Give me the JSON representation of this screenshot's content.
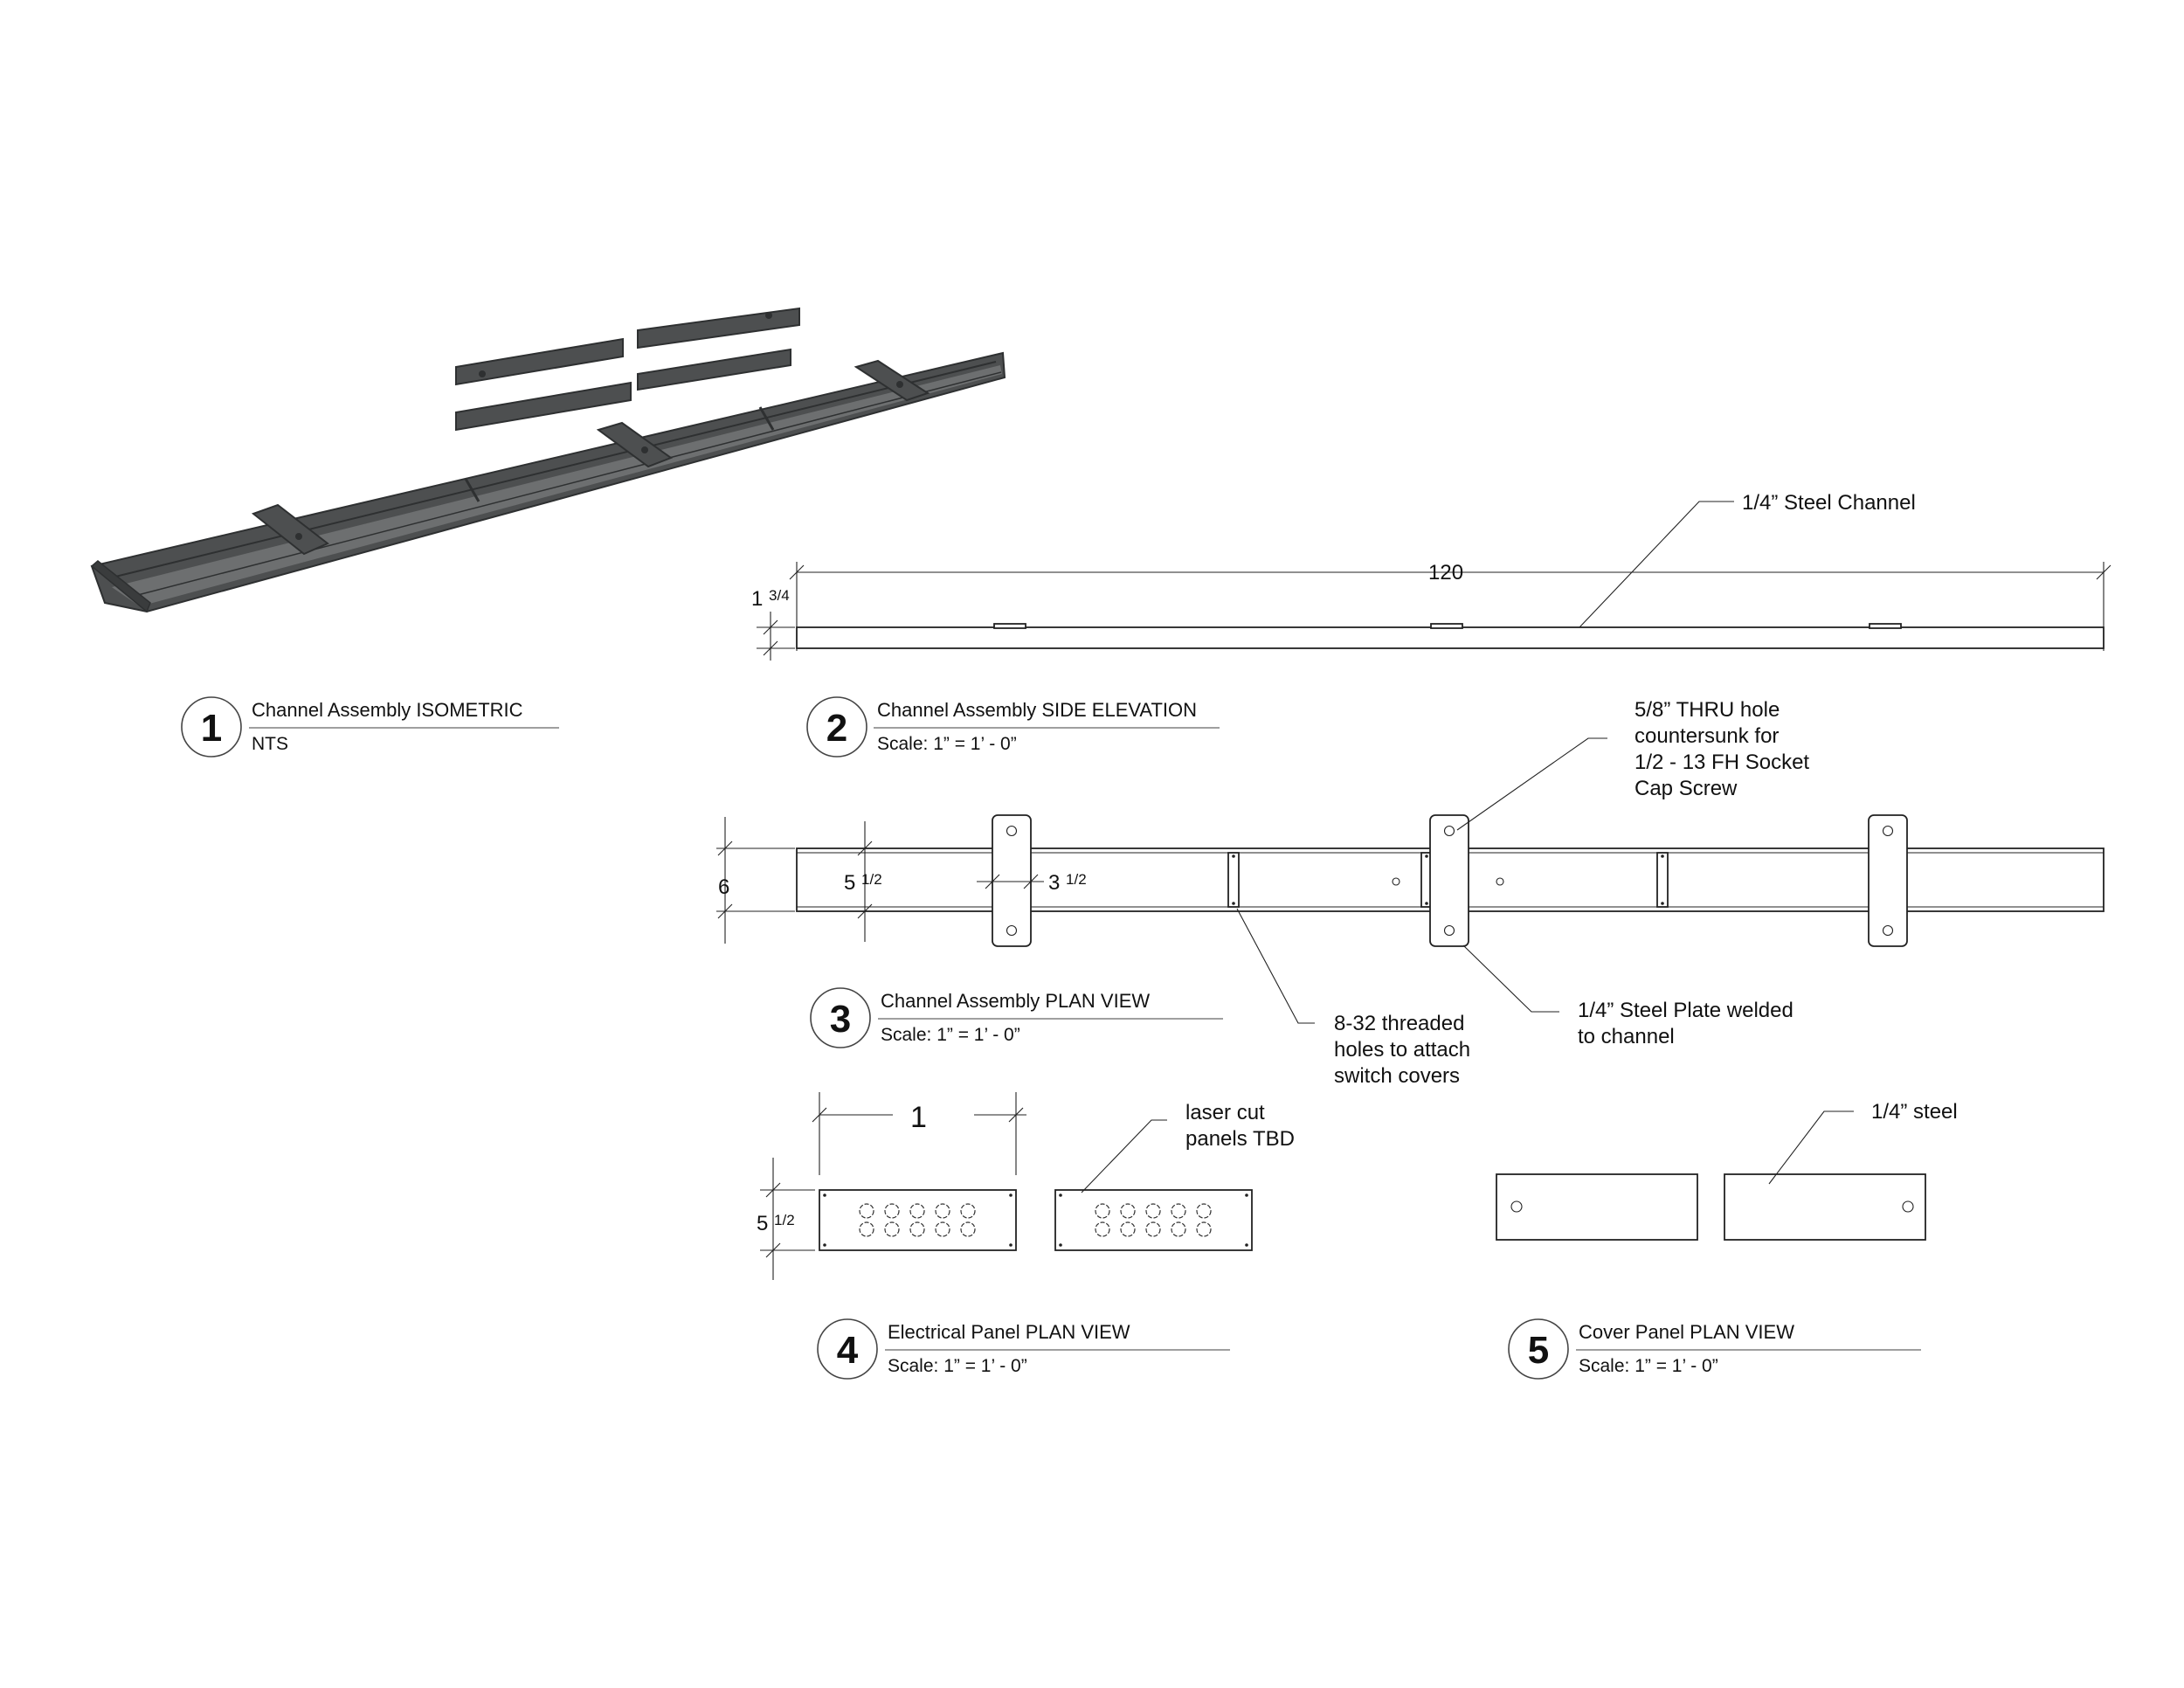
{
  "views": [
    {
      "number": "1",
      "title": "Channel Assembly  ISOMETRIC",
      "scale": "NTS"
    },
    {
      "number": "2",
      "title": "Channel Assembly  SIDE ELEVATION",
      "scale": "Scale: 1” = 1’ - 0”"
    },
    {
      "number": "3",
      "title": "Channel Assembly  PLAN VIEW",
      "scale": "Scale: 1” = 1’ - 0”"
    },
    {
      "number": "4",
      "title": "Electrical Panel  PLAN VIEW",
      "scale": "Scale: 1” = 1’ - 0”"
    },
    {
      "number": "5",
      "title": "Cover Panel  PLAN VIEW",
      "scale": "Scale: 1” = 1’ - 0”"
    }
  ],
  "dimensions": {
    "length": "120",
    "height_whole": "1",
    "height_frac": "3/4",
    "width": "6",
    "gap_a_whole": "5",
    "gap_a_frac": "1/2",
    "gap_b_whole": "3",
    "gap_b_frac": "1/2",
    "panel_length": "1",
    "panel_height_whole": "5",
    "panel_height_frac": "1/2"
  },
  "notes": {
    "steel_channel": "1/4” Steel Channel",
    "thru_hole": [
      "5/8” THRU hole",
      "countersunk for",
      "1/2 - 13 FH Socket",
      "Cap Screw"
    ],
    "threaded_holes": [
      "8-32 threaded",
      "holes to attach",
      "switch covers"
    ],
    "steel_plate": [
      "1/4” Steel Plate welded",
      "to channel"
    ],
    "laser_cut": [
      "laser cut",
      "panels TBD"
    ],
    "quarter_steel": "1/4” steel"
  },
  "colors": {
    "steel": "#4d4f50",
    "steel_dark": "#2e3031",
    "steel_light": "#6d6f70",
    "line": "#111111"
  }
}
